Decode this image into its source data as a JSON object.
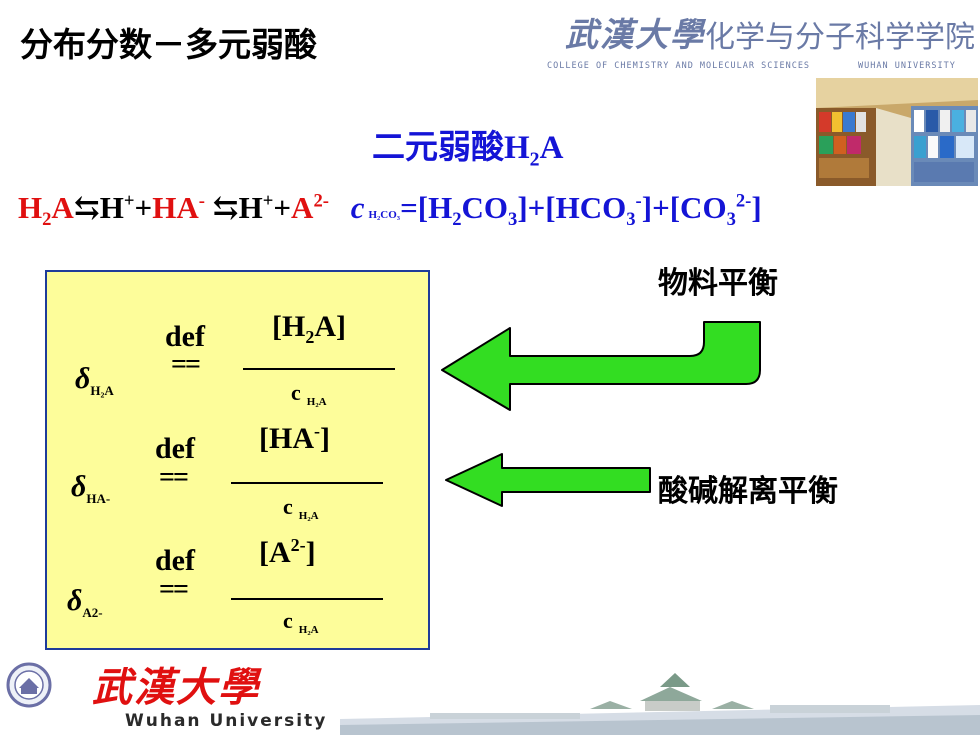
{
  "header": {
    "title": "分布分数－多元弱酸",
    "logo_calligraphy": "武漢大學",
    "logo_college_name": "化学与分子科学学院",
    "logo_college_en": "COLLEGE OF CHEMISTRY AND MOLECULAR SCIENCES",
    "logo_university_en": "WUHAN UNIVERSITY"
  },
  "subtitle": {
    "prefix": "二元弱酸",
    "formula_h": "H",
    "formula_sub": "2",
    "formula_a": "A"
  },
  "equilibrium": {
    "h2a_h": "H",
    "h2a_sub": "2",
    "h2a_a": "A",
    "arrow1": "⇆",
    "hplus1": "H",
    "plus_sign1": "+",
    "plus_join1": "+",
    "ha": "HA",
    "ha_charge": "-",
    "arrow2": "⇆",
    "hplus2": "H",
    "plus_sign2": "+",
    "plus_join2": "+",
    "a": "A",
    "a_charge": "2-"
  },
  "mass_balance": {
    "c": "c",
    "c_sub": "H₂CO₃",
    "rhs_1": "=[H",
    "rhs_1_sub": "2",
    "rhs_2": "CO",
    "rhs_2_sub": "3",
    "rhs_3": "]+[HCO",
    "rhs_3_sub": "3",
    "rhs_3_sup": "-",
    "rhs_4": "]+[CO",
    "rhs_4_sub": "3",
    "rhs_4_sup": "2-",
    "rhs_5": "]"
  },
  "labels": {
    "mass_balance": "物料平衡",
    "acid_base_equilibrium": "酸碱解离平衡"
  },
  "formulas": [
    {
      "delta": "δ",
      "delta_sub": "H₂A",
      "def": "def",
      "eq": "==",
      "numerator": "[H",
      "numerator_sub": "2",
      "numerator_end": "A]",
      "numerator_sup": "",
      "denominator": "c",
      "denominator_sub": "H₂A"
    },
    {
      "delta": "δ",
      "delta_sub": "HA-",
      "def": "def",
      "eq": "==",
      "numerator": "[HA",
      "numerator_sub": "",
      "numerator_end": "]",
      "numerator_sup": "-",
      "denominator": "c",
      "denominator_sub": "H₂A"
    },
    {
      "delta": "δ",
      "delta_sub": "A2-",
      "def": "def",
      "eq": "==",
      "numerator": "[A",
      "numerator_sub": "",
      "numerator_end": "]",
      "numerator_sup": "2-",
      "denominator": "c",
      "denominator_sub": "H₂A"
    }
  ],
  "footer": {
    "calligraphy": "武漢大學",
    "english": "Wuhan University"
  },
  "colors": {
    "accent_blue": "#1414d6",
    "accent_red": "#e01010",
    "box_fill": "#fdfd9a",
    "box_border": "#1e3c9a",
    "arrow_fill": "#33dd22"
  },
  "icons": {
    "emblem": "university-emblem-icon",
    "arrow_mass": "bent-left-arrow-icon",
    "arrow_acid": "left-arrow-icon"
  }
}
